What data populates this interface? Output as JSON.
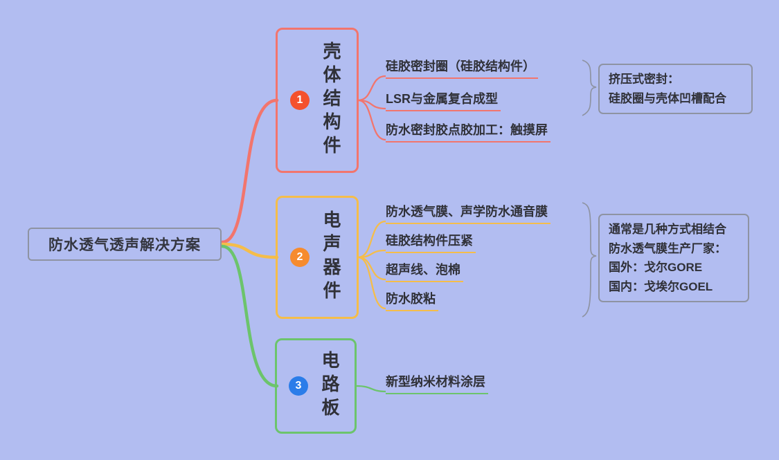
{
  "background_color": "#b2bdf1",
  "root": {
    "label": "防水透气透声解决方案",
    "border_color": "#8e93a2"
  },
  "branches": [
    {
      "badge": "1",
      "badge_color": "#f4512d",
      "label": "壳体结构件",
      "color": "#f2756d",
      "children": [
        "硅胶密封圈（硅胶结构件）",
        "LSR与金属复合成型",
        "防水密封胶点胶加工：触摸屏"
      ],
      "summary_note": "挤压式密封：\n硅胶圈与壳体凹槽配合"
    },
    {
      "badge": "2",
      "badge_color": "#f68b2e",
      "label": "电声器件",
      "color": "#f5bd4a",
      "children": [
        "防水透气膜、声学防水通音膜",
        "硅胶结构件压紧",
        "超声线、泡棉",
        "防水胶粘"
      ],
      "summary_note": "通常是几种方式相结合\n防水透气膜生产厂家：\n国外：戈尔GORE\n国内：戈埃尔GOEL"
    },
    {
      "badge": "3",
      "badge_color": "#2b7de9",
      "label": "电路板",
      "color": "#6cc46c",
      "children": [
        "新型纳米材料涂层"
      ]
    }
  ]
}
